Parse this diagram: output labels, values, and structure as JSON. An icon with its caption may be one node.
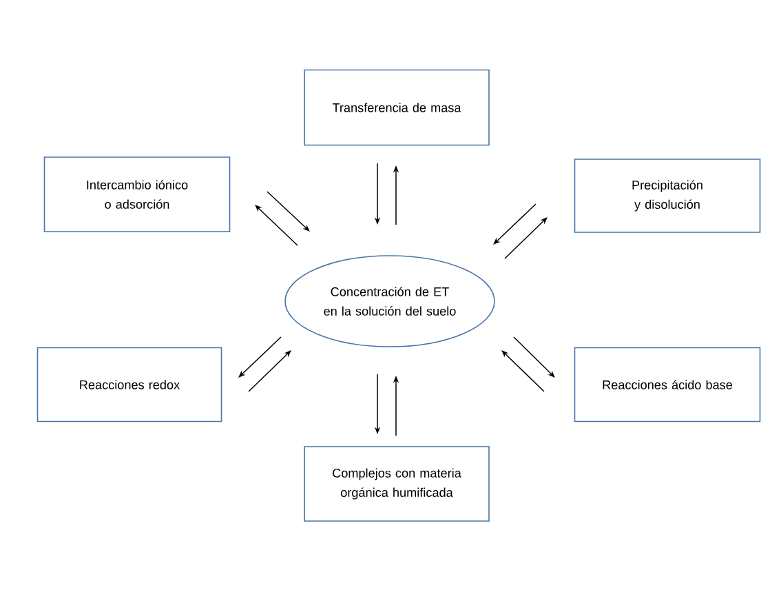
{
  "diagram": {
    "nodes": [
      {
        "text": [
          "Concentración de ET en la solución del suelo"
        ]
      },
      {
        "text": [
          "Transferencia de masa"
        ]
      },
      {
        "text": [
          "Intercambio iónico o adsorción"
        ]
      },
      {
        "text": [
          "Precipitación y disolución"
        ]
      },
      {
        "text": [
          "Reacciones redox"
        ]
      },
      {
        "text": [
          "Reacciones ácido base"
        ]
      },
      {
        "text": [
          "Complejos con materia orgánica humificada"
        ]
      }
    ],
    "edges": [
      {
        "from": 1,
        "to": 0,
        "arrow": "to"
      },
      {
        "from": 0,
        "to": 1,
        "arrow": "to"
      },
      {
        "from": 2,
        "to": 0,
        "arrow": "to"
      },
      {
        "from": 0,
        "to": 2,
        "arrow": "to"
      },
      {
        "from": 3,
        "to": 0,
        "arrow": "to"
      },
      {
        "from": 0,
        "to": 3,
        "arrow": "to"
      },
      {
        "from": 0,
        "to": 4,
        "arrow": "to"
      },
      {
        "from": 4,
        "to": 0,
        "arrow": "to"
      },
      {
        "from": 0,
        "to": 5,
        "arrow": "to"
      },
      {
        "from": 5,
        "to": 0,
        "arrow": "to"
      },
      {
        "from": 0,
        "to": 6,
        "arrow": "to"
      },
      {
        "from": 6,
        "to": 0,
        "arrow": "to"
      }
    ]
  }
}
